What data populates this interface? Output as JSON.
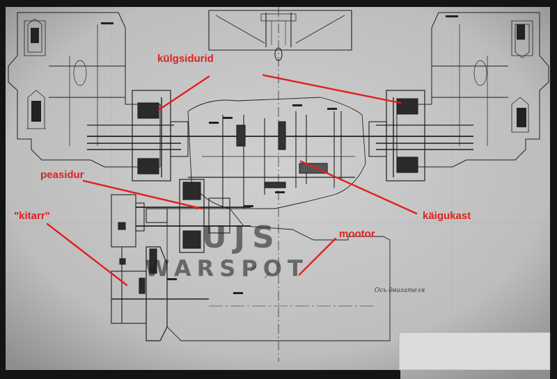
{
  "annotations": {
    "kulgsidurid": "külgsidurid",
    "peasidur": "peasidur",
    "kitarr": "\"kitarr\"",
    "kaigukast": "käigukast",
    "mootor": "mootor"
  },
  "watermark": {
    "line1": "UJS",
    "line2": "WARSPOT"
  },
  "drawing_note": "Ось двигателя",
  "colors": {
    "annotation": "#e0201e",
    "paper": "#c2c2c2",
    "ink": "#1e1e1e",
    "border": "#111111"
  }
}
